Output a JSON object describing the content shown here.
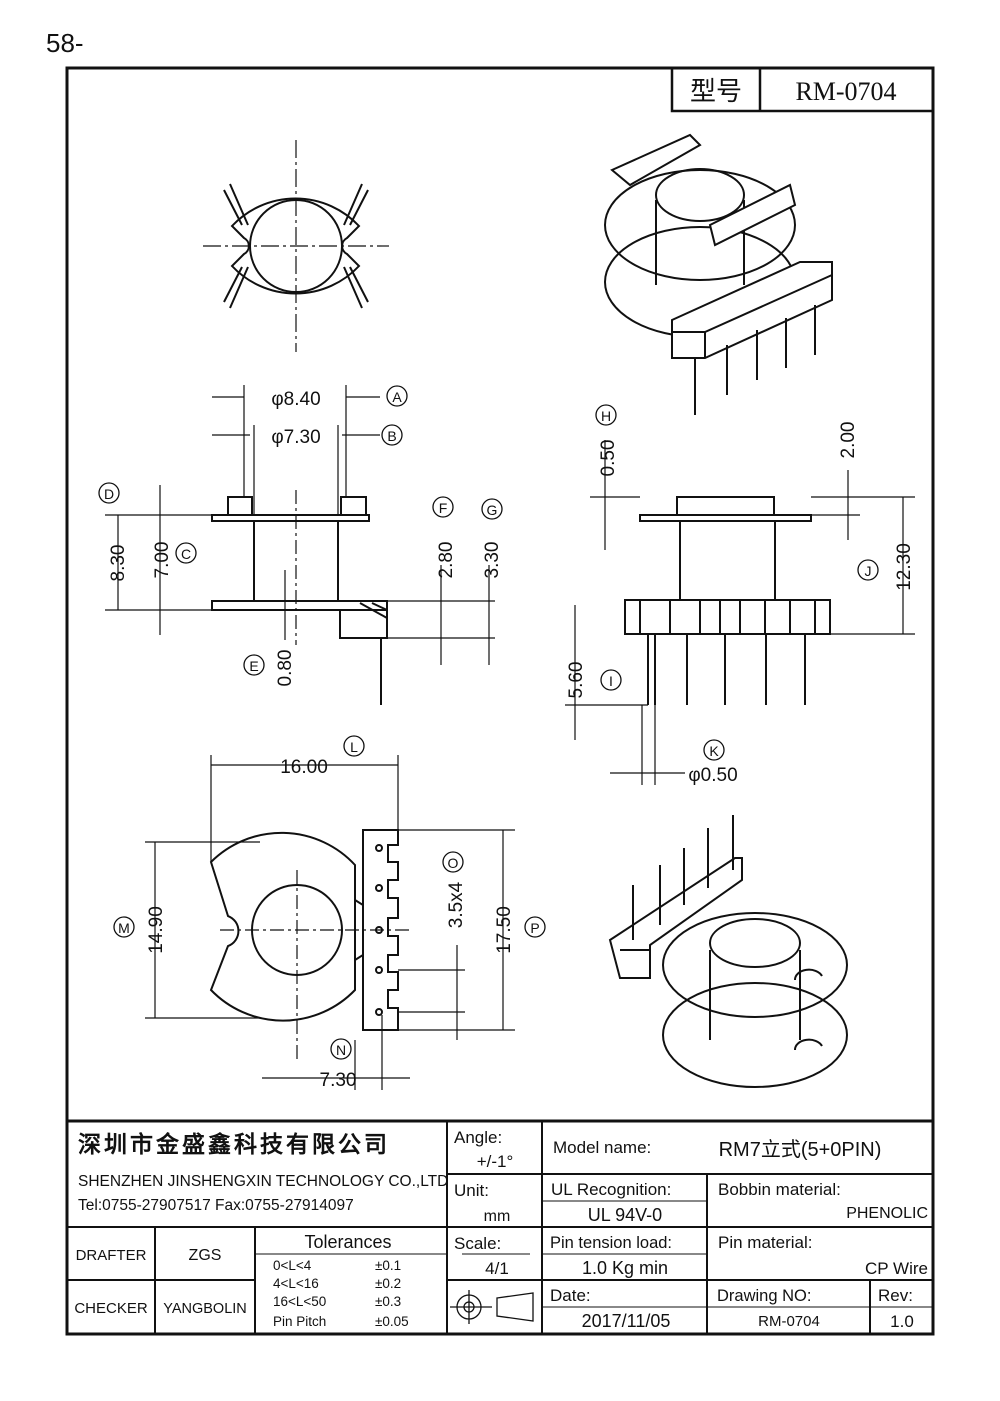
{
  "page": {
    "number": "58-"
  },
  "model_box": {
    "label": "型号",
    "value": "RM-0704"
  },
  "dimensions": {
    "A": {
      "letter": "A",
      "value": "φ8.40"
    },
    "B": {
      "letter": "B",
      "value": "φ7.30"
    },
    "C": {
      "letter": "C",
      "value": "7.00"
    },
    "D": {
      "letter": "D",
      "value": "8.30"
    },
    "E": {
      "letter": "E",
      "value": "0.80"
    },
    "F": {
      "letter": "F",
      "value": "2.80"
    },
    "G": {
      "letter": "G",
      "value": "3.30"
    },
    "H": {
      "letter": "H",
      "value": "0.50"
    },
    "H2": {
      "value": "2.00"
    },
    "I": {
      "letter": "I",
      "value": "5.60"
    },
    "J": {
      "letter": "J",
      "value": "12.30"
    },
    "K": {
      "letter": "K",
      "value": "φ0.50"
    },
    "L": {
      "letter": "L",
      "value": "16.00"
    },
    "M": {
      "letter": "M",
      "value": "14.90"
    },
    "N": {
      "letter": "N",
      "value": "7.30"
    },
    "O": {
      "letter": "O",
      "value": "3.5x4"
    },
    "P": {
      "letter": "P",
      "value": "17.50"
    }
  },
  "title_block": {
    "company_cn": "深圳市金盛鑫科技有限公司",
    "company_en": "SHENZHEN JINSHENGXIN TECHNOLOGY CO.,LTD",
    "contact": "Tel:0755-27907517   Fax:0755-27914097",
    "angle_label": "Angle:",
    "angle_value": "+/-1°",
    "unit_label": "Unit:",
    "unit_value": "mm",
    "scale_label": "Scale:",
    "scale_value": "4/1",
    "model_name_label": "Model name:",
    "model_name_value": "RM7立式(5+0PIN)",
    "ul_label": "UL Recognition:",
    "ul_value": "UL 94V-0",
    "bobbin_label": "Bobbin material:",
    "bobbin_value": "PHENOLIC",
    "pin_tension_label": "Pin tension load:",
    "pin_tension_value": "1.0 Kg min",
    "pin_material_label": "Pin material:",
    "pin_material_value": "CP Wire",
    "drafter_label": "DRAFTER",
    "drafter_value": "ZGS",
    "checker_label": "CHECKER",
    "checker_value": "YANGBOLIN",
    "tolerances_title": "Tolerances",
    "tolerances": [
      {
        "range": "0<L<4",
        "value": "±0.1"
      },
      {
        "range": "4<L<16",
        "value": "±0.2"
      },
      {
        "range": "16<L<50",
        "value": "±0.3"
      },
      {
        "range": "Pin Pitch",
        "value": "±0.05"
      }
    ],
    "date_label": "Date:",
    "date_value": "2017/11/05",
    "drawing_no_label": "Drawing NO:",
    "drawing_no_value": "RM-0704",
    "rev_label": "Rev:",
    "rev_value": "1.0"
  }
}
